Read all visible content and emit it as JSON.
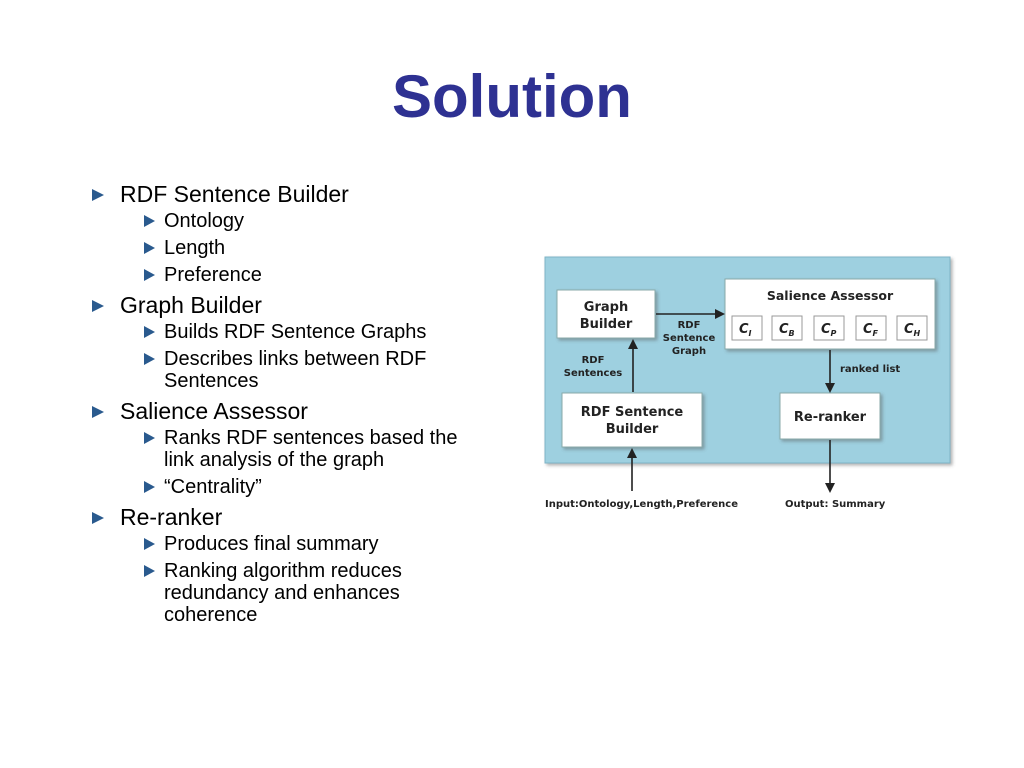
{
  "slide": {
    "title": "Solution",
    "bullets": [
      {
        "text": "RDF Sentence Builder",
        "sub": [
          "Ontology",
          "Length",
          "Preference"
        ]
      },
      {
        "text": "Graph Builder",
        "sub": [
          "Builds RDF Sentence Graphs",
          "Describes links between RDF Sentences"
        ]
      },
      {
        "text": "Salience Assessor",
        "sub": [
          "Ranks RDF sentences based the link analysis of the graph",
          "“Centrality”"
        ]
      },
      {
        "text": "Re-ranker",
        "sub": [
          "Produces final summary",
          "Ranking algorithm reduces redundancy and enhances coherence"
        ]
      }
    ]
  },
  "diagram": {
    "graph_builder": [
      "Graph",
      "Builder"
    ],
    "rdf_sentence_builder": [
      "RDF Sentence",
      "Builder"
    ],
    "salience_assessor": "Salience Assessor",
    "re_ranker": "Re-ranker",
    "criteria": [
      {
        "base": "C",
        "sub": "I"
      },
      {
        "base": "C",
        "sub": "B"
      },
      {
        "base": "C",
        "sub": "P"
      },
      {
        "base": "C",
        "sub": "F"
      },
      {
        "base": "C",
        "sub": "H"
      }
    ],
    "label_rdf_sentence_graph": [
      "RDF",
      "Sentence",
      "Graph"
    ],
    "label_rdf_sentences": [
      "RDF",
      "Sentences"
    ],
    "label_ranked_list": "ranked list",
    "input_label": "Input:Ontology,Length,Preference",
    "output_label": "Output: Summary",
    "colors": {
      "panel_bg": "#9ED0E0",
      "box_fill": "#FFFFFF",
      "arrow": "#222222"
    }
  }
}
